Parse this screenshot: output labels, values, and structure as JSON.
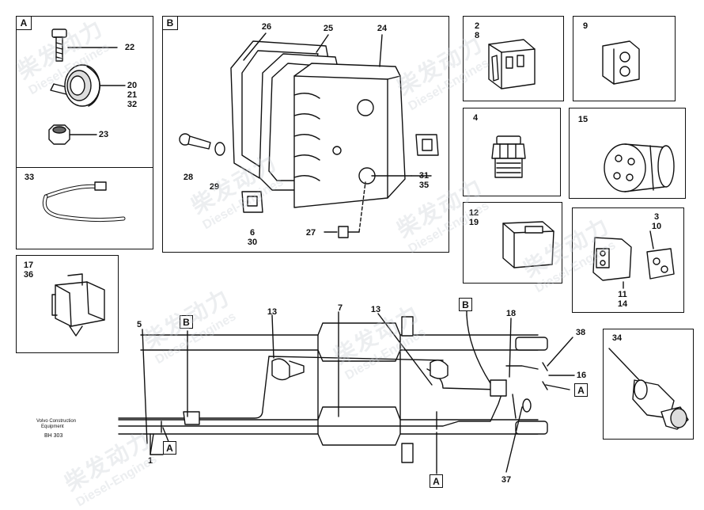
{
  "panels": {
    "A": {
      "letter": "A",
      "labels": [
        "22",
        "20\n21\n32",
        "23"
      ]
    },
    "tie": {
      "labels": [
        "33"
      ]
    },
    "conn17": {
      "labels": [
        "17\n36"
      ]
    },
    "B": {
      "letter": "B",
      "labels": [
        "26",
        "25",
        "24",
        "28",
        "29",
        "6\n30",
        "27",
        "31\n35"
      ]
    },
    "p2": {
      "labels": [
        "2\n8"
      ]
    },
    "p9": {
      "labels": [
        "9"
      ]
    },
    "p4": {
      "labels": [
        "4"
      ]
    },
    "p15": {
      "labels": [
        "15"
      ]
    },
    "p12": {
      "labels": [
        "12\n19"
      ]
    },
    "p3": {
      "labels": [
        "3\n10",
        "11\n14"
      ]
    },
    "p34": {
      "labels": [
        "34"
      ]
    }
  },
  "harness": {
    "labels": [
      "5",
      "7",
      "13",
      "13",
      "18",
      "38",
      "16",
      "1",
      "37"
    ],
    "callouts": [
      "B",
      "B",
      "A",
      "A",
      "A"
    ]
  },
  "caption": {
    "line1": "Volvo Construction",
    "line2": "Equipment",
    "code": "BH 303"
  },
  "watermark": {
    "cn": "柴发动力",
    "en": "Diesel-Engines"
  }
}
